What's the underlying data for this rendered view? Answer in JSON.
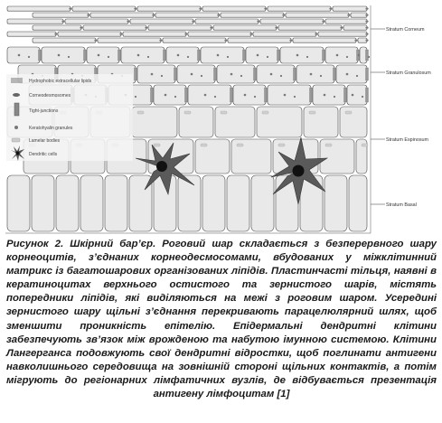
{
  "figure": {
    "legend": [
      {
        "icon": "lipid-lines-icon",
        "label": "Hydrophobic extracellular lipids"
      },
      {
        "icon": "corneodesmosome-icon",
        "label": "Corneodesmosomes"
      },
      {
        "icon": "tight-junction-icon",
        "label": "Tight-junctions"
      },
      {
        "icon": "keratohyalin-granule-icon",
        "label": "Keratohyalin granules"
      },
      {
        "icon": "lamellar-body-icon",
        "label": "Lamelar bodies"
      },
      {
        "icon": "dendritic-cell-icon",
        "label": "Dendritic cells"
      }
    ],
    "strata": {
      "corneum": "Stratum Corneum",
      "granulosum": "Stratum Granulosum",
      "spinosum": "Stratum Espinosum",
      "basale": "Stratum Basal"
    },
    "colors": {
      "cell_fill": "#e9e9e9",
      "cell_stroke": "#4a4a4a",
      "dendritic_cell": "#555555",
      "nucleus": "#111111",
      "marker": "#777777"
    }
  },
  "caption": {
    "text": "Рисунок 2. Шкірний бар’єр. Роговий шар складається з безперервного шару корнеоцитів, з’єднаних корнеодесмосомами, вбудованих у міжклітинний матрикс із багатошарових організованих ліпідів. Пластинчасті тільця, наявні в кератиноцитах верхнього остистого та зернистого шарів, містять попередники ліпідів, які виділяються на межі з роговим шаром. Усередині зернистого шару щільні з’єднання перекривають парацелюлярний шлях, щоб зменшити проникність епітелію. Епідермальні дендритні клітини забезпечують зв’язок між врожденою та набутою імунною системою. Клітини Лангерганса подовжують свої дендритні відростки, щоб поглинати антигени навколишнього середовища на зовнішній стороні щільних контактів, а потім мігрують до регіонарних лімфатичних вузлів, де відбувається презентація антигену лімфоцитам [1]"
  }
}
